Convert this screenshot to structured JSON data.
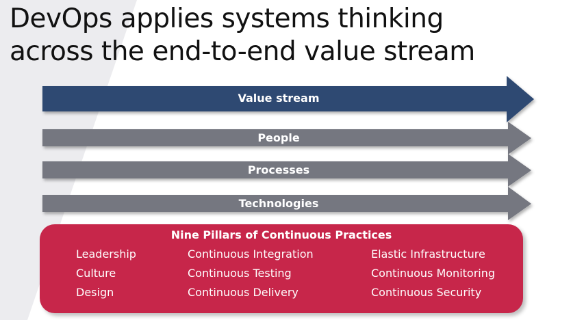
{
  "title": {
    "line1": "DevOps applies systems thinking",
    "line2": "across the end-to-end value stream"
  },
  "arrows": [
    {
      "label": "Value stream",
      "color": "#2f4872"
    },
    {
      "label": "People",
      "color": "#747780"
    },
    {
      "label": "Processes",
      "color": "#747780"
    },
    {
      "label": "Technologies",
      "color": "#747780"
    }
  ],
  "pillars": {
    "title": "Nine Pillars of Continuous Practices",
    "color": "#c7264a",
    "columns": [
      [
        "Leadership",
        "Culture",
        "Design"
      ],
      [
        "Continuous Integration",
        "Continuous Testing",
        "Continuous Delivery"
      ],
      [
        "Elastic Infrastructure",
        "Continuous Monitoring",
        "Continuous Security"
      ]
    ]
  }
}
